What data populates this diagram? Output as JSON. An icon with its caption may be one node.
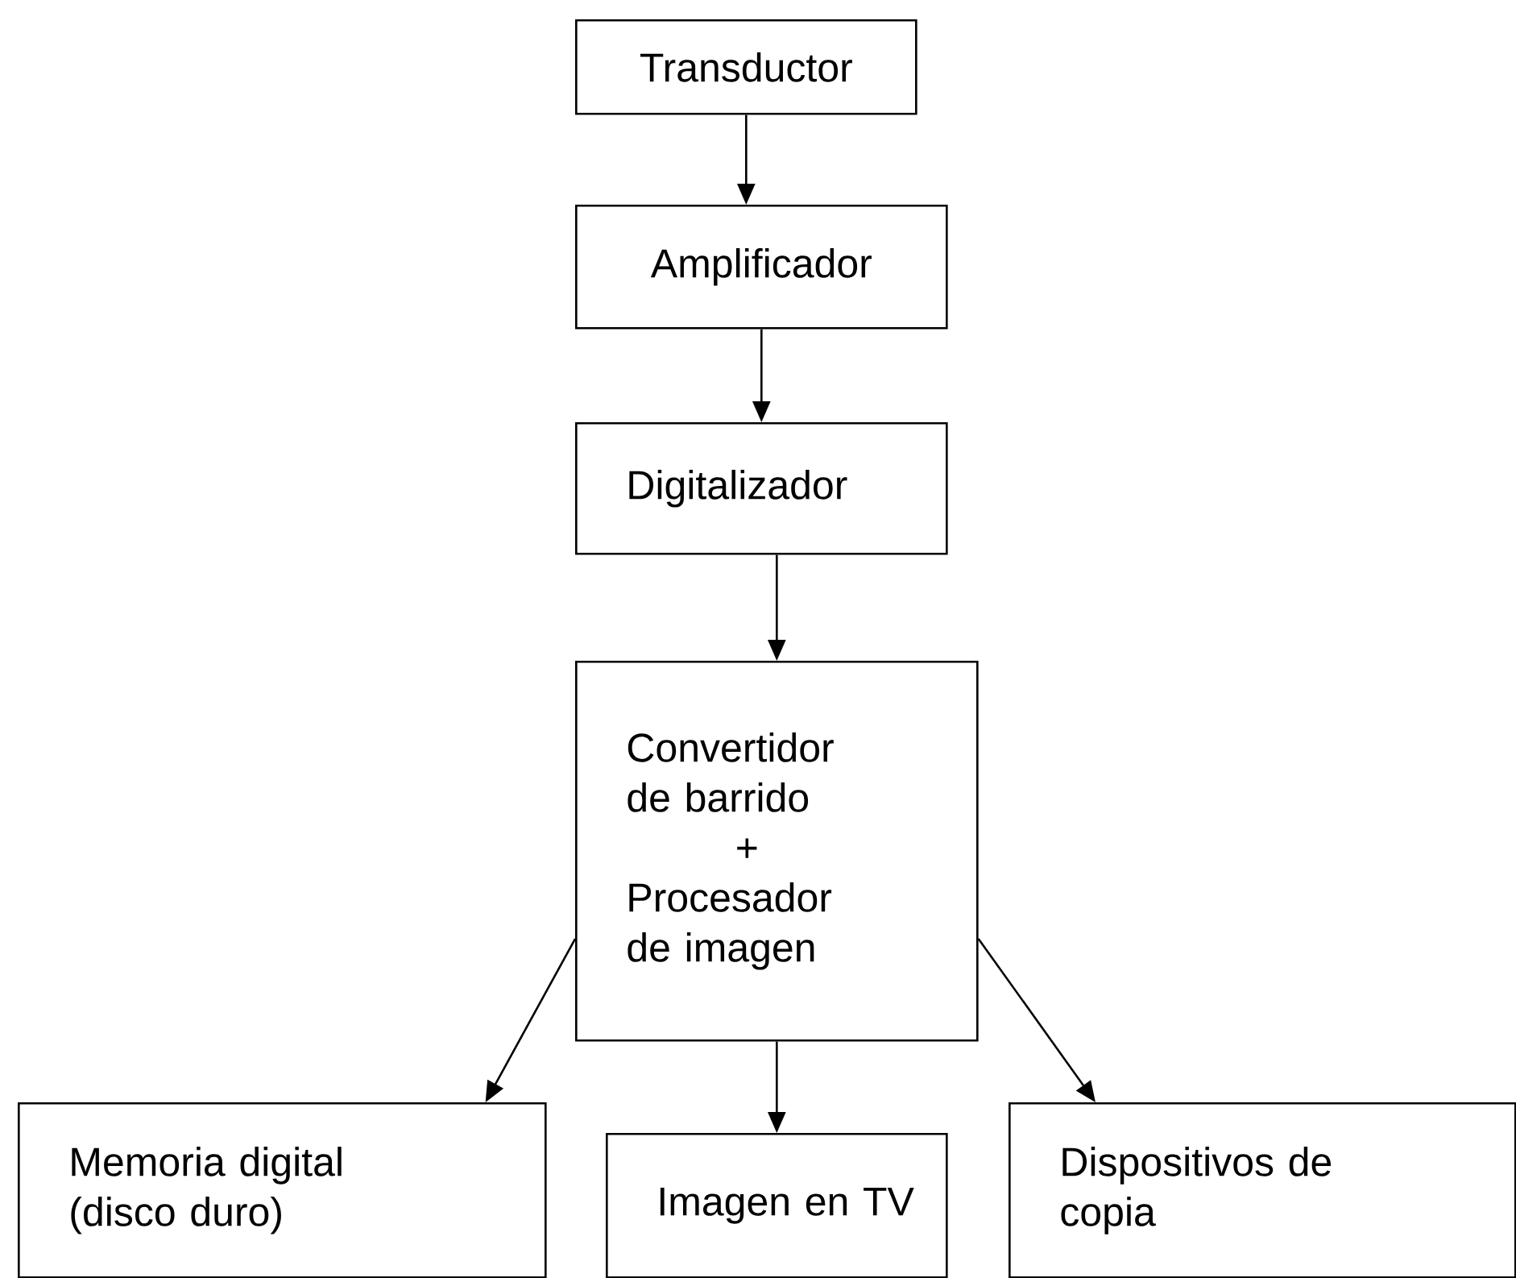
{
  "diagram": {
    "nodes": [
      {
        "text": [
          "Transductor"
        ]
      },
      {
        "text": [
          "Amplificador"
        ]
      },
      {
        "text": [
          "Digitalizador"
        ]
      },
      {
        "text": [
          "Convertidor de barrido",
          "+",
          "Procesador de imagen"
        ]
      },
      {
        "text": [
          "Memoria digital (disco duro)"
        ]
      },
      {
        "text": [
          "Imagen en TV"
        ]
      },
      {
        "text": [
          "Dispositivos de copia"
        ]
      }
    ],
    "edges": [
      {
        "from": 0,
        "to": 1,
        "arrow": "to"
      },
      {
        "from": 1,
        "to": 2,
        "arrow": "to"
      },
      {
        "from": 2,
        "to": 3,
        "arrow": "to"
      },
      {
        "from": 3,
        "to": 4,
        "arrow": "to"
      },
      {
        "from": 3,
        "to": 5,
        "arrow": "to"
      },
      {
        "from": 3,
        "to": 6,
        "arrow": "to"
      }
    ]
  }
}
